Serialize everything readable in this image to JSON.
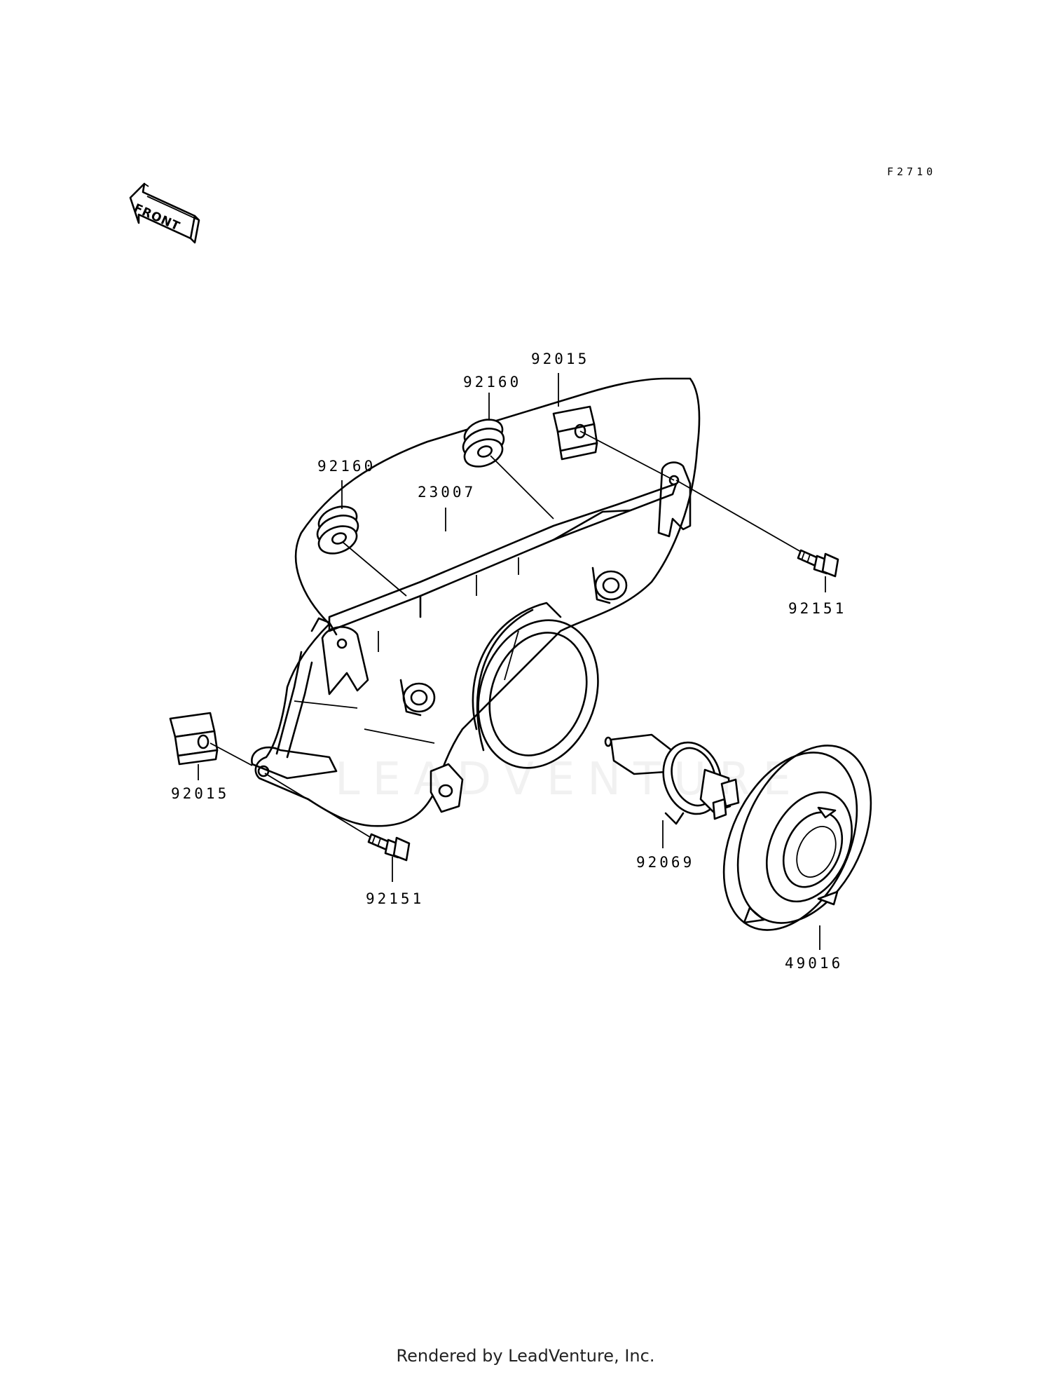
{
  "figure_code": "F2710",
  "front_label": "FRONT",
  "watermark": "LEADVENTURE",
  "footer": "Rendered by LeadVenture, Inc.",
  "parts": {
    "clip_top": "92015",
    "grommet_top": "92160",
    "grommet_left": "92160",
    "headlight_housing": "23007",
    "screw_right": "92151",
    "clip_left": "92015",
    "screw_bottom": "92151",
    "bulb": "92069",
    "bulb_cover": "49016"
  }
}
